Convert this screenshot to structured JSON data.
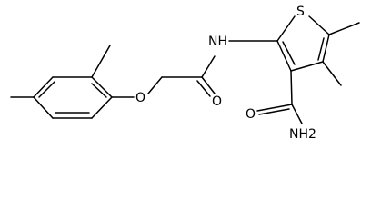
{
  "molecule": {
    "atom_labels": {
      "oxygen_ether": "O",
      "oxygen_amide": "O",
      "nitrogen_amine": "NH",
      "sulfur": "S",
      "nitrogen_amide": "NH2"
    }
  },
  "colors": {
    "bond": "#000000",
    "label": "#000000",
    "background": "#ffffff"
  }
}
